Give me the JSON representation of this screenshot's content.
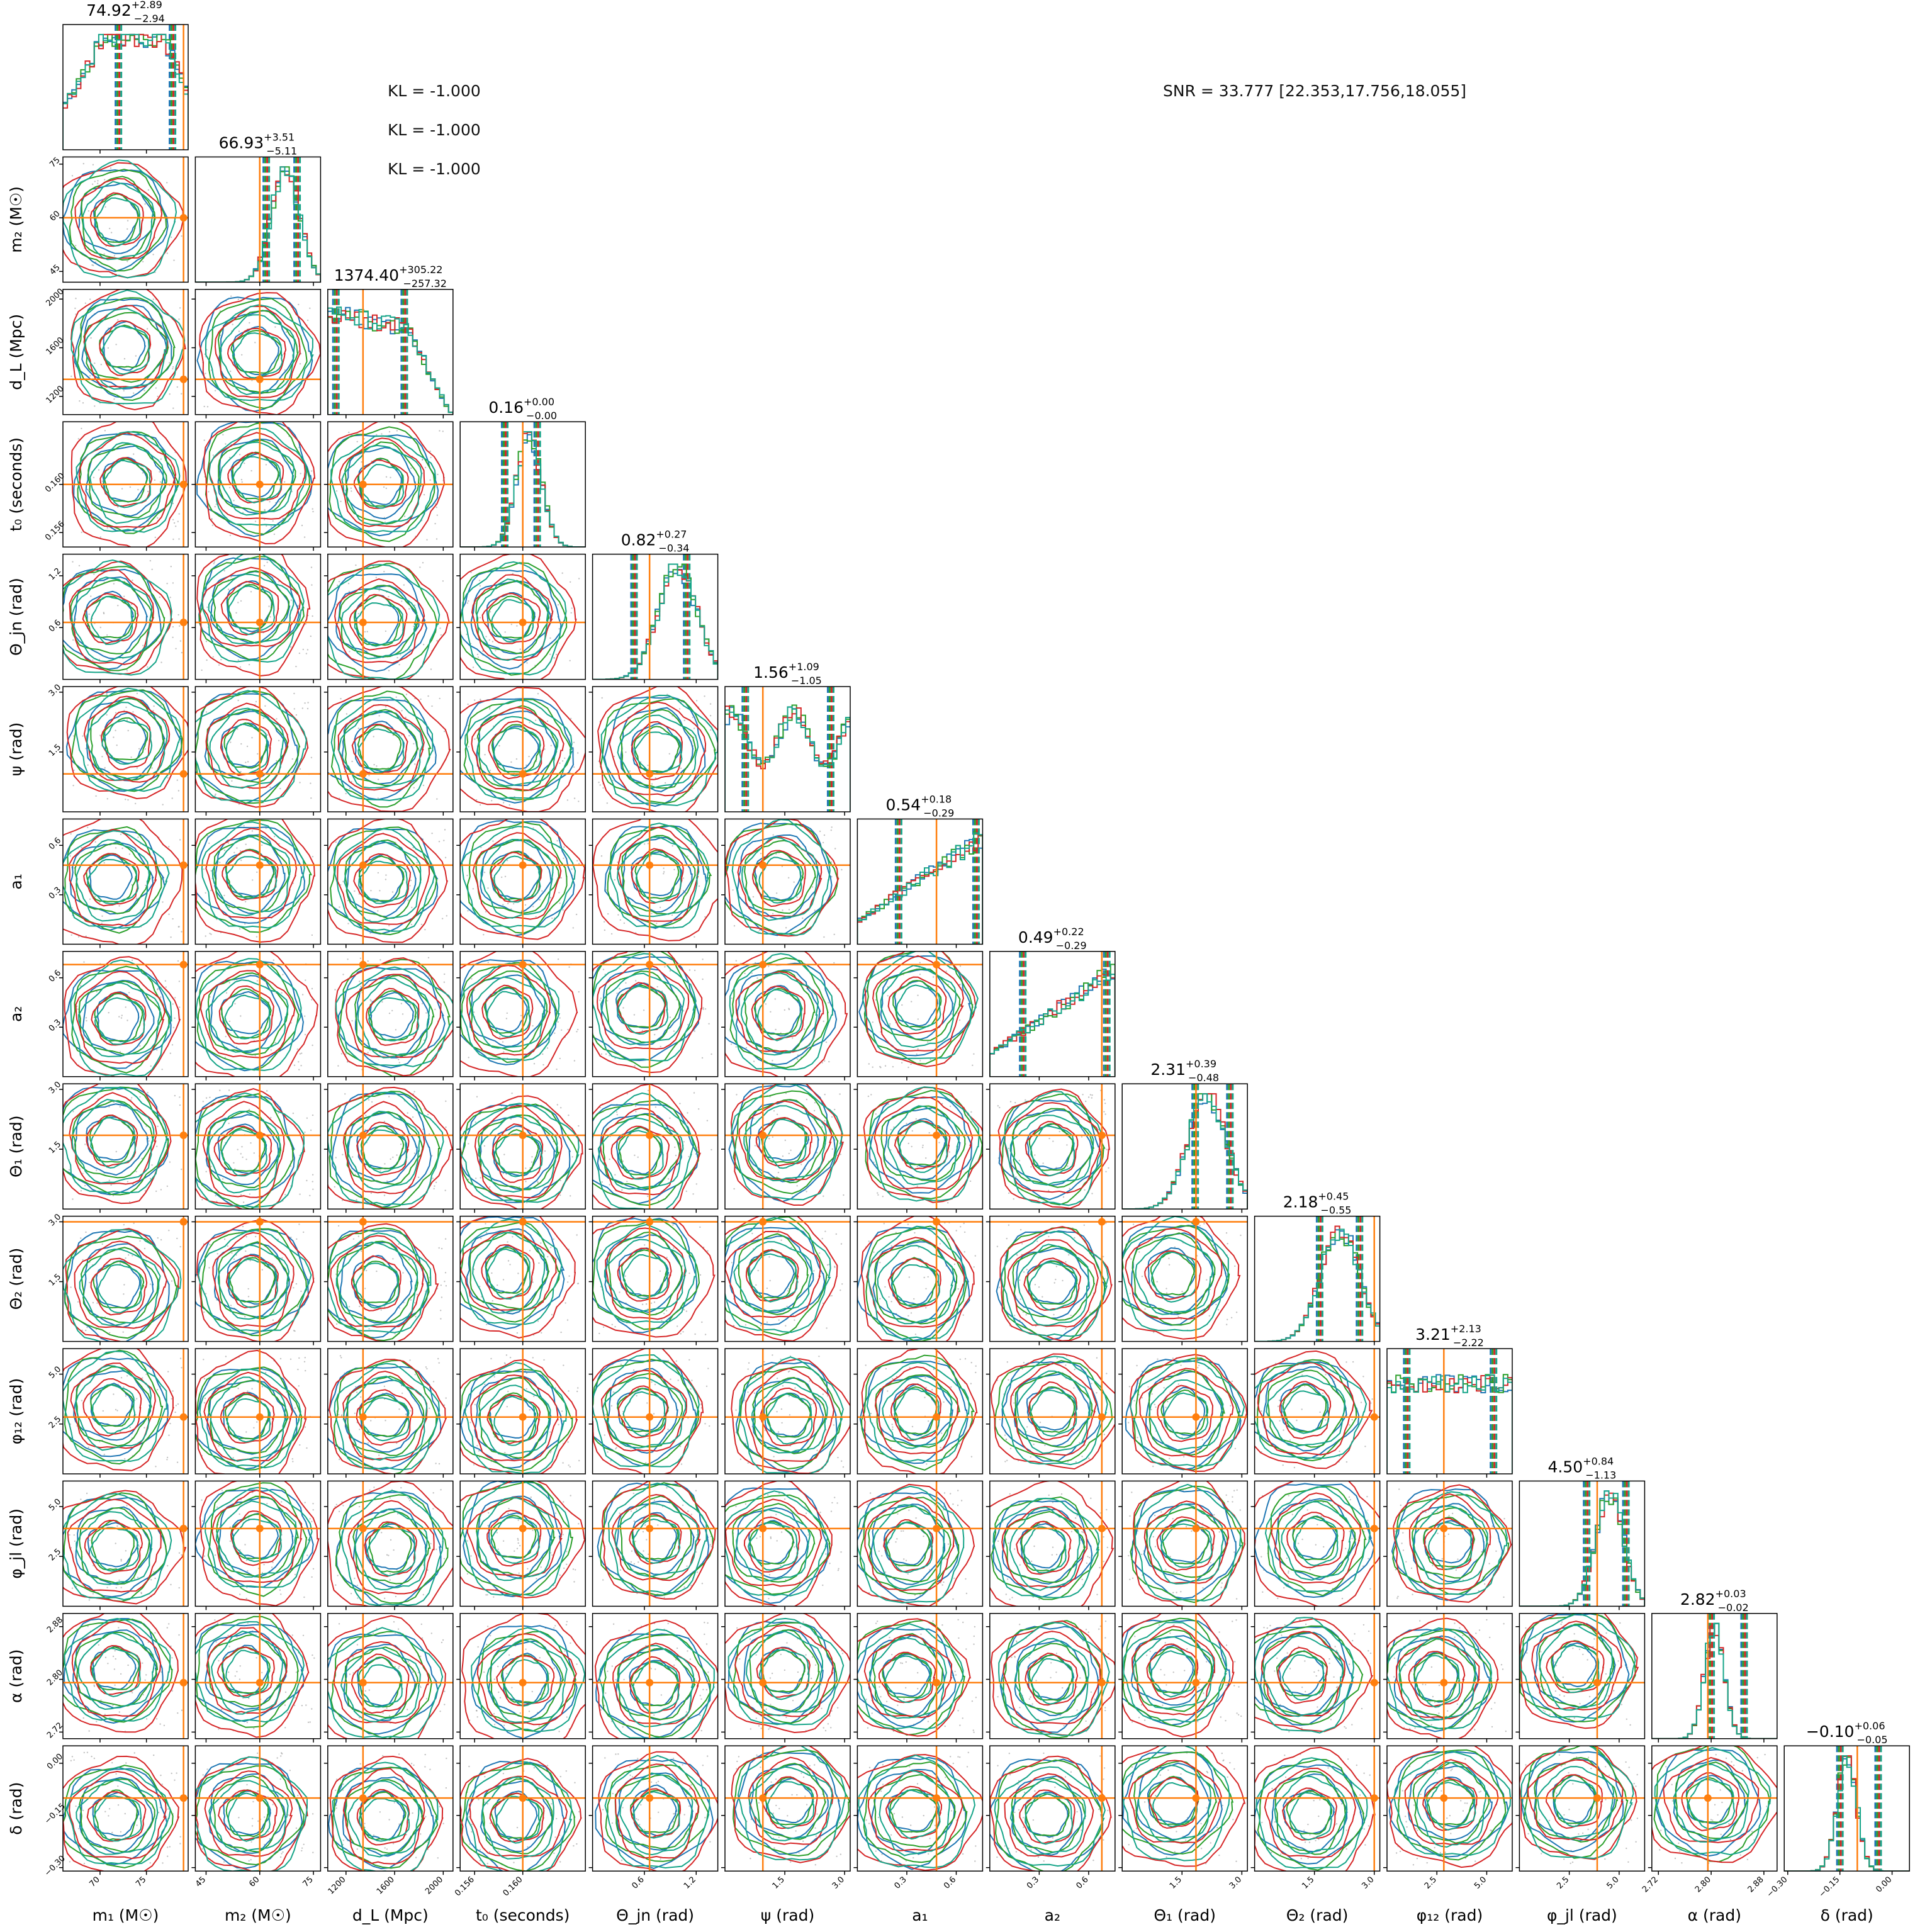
{
  "annotations": {
    "kl": [
      "KL = -1.000",
      "KL = -1.000",
      "KL = -1.000"
    ],
    "snr": "SNR = 33.777 [22.353,17.756,18.055]"
  },
  "colors": {
    "series": [
      "#1f77b4",
      "#2ca02c",
      "#d62728",
      "#17a589"
    ],
    "truth": "#ff7f0e",
    "frame": "#000000",
    "samples": "#999999"
  },
  "chart_data": {
    "type": "corner",
    "series_count": 4,
    "params": [
      {
        "key": "m1",
        "label": "m₁ (M☉)",
        "row_label": "",
        "title": "74.92",
        "plus": "+2.89",
        "minus": "−2.94",
        "range": [
          66,
          79.5
        ],
        "ticks": [
          70,
          75
        ],
        "tick_labels": [
          "70",
          "75"
        ],
        "truth": 79,
        "ci": [
          71.98,
          77.81
        ],
        "hist_shape": "plateau"
      },
      {
        "key": "m2",
        "label": "m₂ (M☉)",
        "row_label": "m₂ (M☉)",
        "title": "66.93",
        "plus": "+3.51",
        "minus": "−5.11",
        "range": [
          42,
          77
        ],
        "ticks": [
          45,
          60,
          75
        ],
        "tick_labels": [
          "45",
          "60",
          "75"
        ],
        "truth": 60,
        "ci": [
          61.82,
          70.44
        ],
        "hist_shape": "peak_right"
      },
      {
        "key": "dL",
        "label": "d_L (Mpc)",
        "row_label": "d_L (Mpc)",
        "title": "1374.40",
        "plus": "+305.22",
        "minus": "−257.32",
        "range": [
          1050,
          2080
        ],
        "ticks": [
          1200,
          1600,
          2000
        ],
        "tick_labels": [
          "1200",
          "1600",
          "2000"
        ],
        "truth": 1340,
        "ci": [
          1117.08,
          1679.62
        ],
        "hist_shape": "falling"
      },
      {
        "key": "t0",
        "label": "t₀ (seconds)",
        "row_label": "t₀ (seconds)",
        "title": "0.16",
        "plus": "+0.00",
        "minus": "−0.00",
        "range": [
          0.1548,
          0.1652
        ],
        "ticks": [
          0.156,
          0.16
        ],
        "tick_labels": [
          "0.156",
          "0.160"
        ],
        "truth": 0.16,
        "ci": [
          0.1585,
          0.1612
        ],
        "hist_shape": "gauss"
      },
      {
        "key": "theta_jn",
        "label": "Θ_jn (rad)",
        "row_label": "Θ_jn (rad)",
        "title": "0.82",
        "plus": "+0.27",
        "minus": "−0.34",
        "range": [
          0.0,
          1.45
        ],
        "ticks": [
          0.6,
          1.2
        ],
        "tick_labels": [
          "0.6",
          "1.2"
        ],
        "truth": 0.66,
        "ci": [
          0.48,
          1.09
        ],
        "hist_shape": "rising_peak"
      },
      {
        "key": "psi",
        "label": "ψ (rad)",
        "row_label": "ψ (rad)",
        "title": "1.56",
        "plus": "+1.09",
        "minus": "−1.05",
        "range": [
          0.0,
          3.14
        ],
        "ticks": [
          1.5,
          3.0
        ],
        "tick_labels": [
          "1.5",
          "3.0"
        ],
        "truth": 0.95,
        "ci": [
          0.51,
          2.65
        ],
        "hist_shape": "bimodal"
      },
      {
        "key": "a1",
        "label": "a₁",
        "row_label": "a₁",
        "title": "0.54",
        "plus": "+0.18",
        "minus": "−0.29",
        "range": [
          0.0,
          0.76
        ],
        "ticks": [
          0.3,
          0.6
        ],
        "tick_labels": [
          "0.3",
          "0.6"
        ],
        "truth": 0.48,
        "ci": [
          0.25,
          0.72
        ],
        "hist_shape": "rising"
      },
      {
        "key": "a2",
        "label": "a₂",
        "row_label": "a₂",
        "title": "0.49",
        "plus": "+0.22",
        "minus": "−0.29",
        "range": [
          0.0,
          0.76
        ],
        "ticks": [
          0.3,
          0.6
        ],
        "tick_labels": [
          "0.3",
          "0.6"
        ],
        "truth": 0.68,
        "ci": [
          0.2,
          0.71
        ],
        "hist_shape": "rising"
      },
      {
        "key": "theta1",
        "label": "Θ₁ (rad)",
        "row_label": "Θ₁ (rad)",
        "title": "2.31",
        "plus": "+0.39",
        "minus": "−0.48",
        "range": [
          0.0,
          3.14
        ],
        "ticks": [
          1.5,
          3.0
        ],
        "tick_labels": [
          "1.5",
          "3.0"
        ],
        "truth": 1.85,
        "ci": [
          1.83,
          2.7
        ],
        "hist_shape": "rising_peak"
      },
      {
        "key": "theta2",
        "label": "Θ₂ (rad)",
        "row_label": "Θ₂ (rad)",
        "title": "2.18",
        "plus": "+0.45",
        "minus": "−0.55",
        "range": [
          0.0,
          3.14
        ],
        "ticks": [
          1.5,
          3.0
        ],
        "tick_labels": [
          "1.5",
          "3.0"
        ],
        "truth": 3.0,
        "ci": [
          1.63,
          2.63
        ],
        "hist_shape": "rising_peak"
      },
      {
        "key": "phi12",
        "label": "φ₁₂ (rad)",
        "row_label": "φ₁₂ (rad)",
        "title": "3.21",
        "plus": "+2.13",
        "minus": "−2.22",
        "range": [
          0.0,
          6.28
        ],
        "ticks": [
          2.5,
          5.0
        ],
        "tick_labels": [
          "2.5",
          "5.0"
        ],
        "truth": 2.85,
        "ci": [
          0.99,
          5.34
        ],
        "hist_shape": "flat"
      },
      {
        "key": "phi_jl",
        "label": "φ_jl (rad)",
        "row_label": "φ_jl (rad)",
        "title": "4.50",
        "plus": "+0.84",
        "minus": "−1.13",
        "range": [
          0.0,
          6.28
        ],
        "ticks": [
          2.5,
          5.0
        ],
        "tick_labels": [
          "2.5",
          "5.0"
        ],
        "truth": 3.9,
        "ci": [
          3.37,
          5.34
        ],
        "hist_shape": "peak_right"
      },
      {
        "key": "alpha",
        "label": "α (rad)",
        "row_label": "α (rad)",
        "title": "2.82",
        "plus": "+0.03",
        "minus": "−0.02",
        "range": [
          2.71,
          2.9
        ],
        "ticks": [
          2.72,
          2.8,
          2.88
        ],
        "tick_labels": [
          "2.72",
          "2.80",
          "2.88"
        ],
        "truth": 2.795,
        "ci": [
          2.8,
          2.85
        ],
        "hist_shape": "gauss_narrow"
      },
      {
        "key": "delta",
        "label": "δ (rad)",
        "row_label": "δ (rad)",
        "title": "−0.10",
        "plus": "+0.06",
        "minus": "−0.05",
        "range": [
          -0.31,
          0.05
        ],
        "ticks": [
          -0.3,
          -0.15,
          0.0
        ],
        "tick_labels": [
          "−0.30",
          "−0.15",
          "0.00"
        ],
        "truth": -0.1,
        "ci": [
          -0.15,
          -0.04
        ],
        "hist_shape": "gauss_narrow"
      }
    ]
  }
}
